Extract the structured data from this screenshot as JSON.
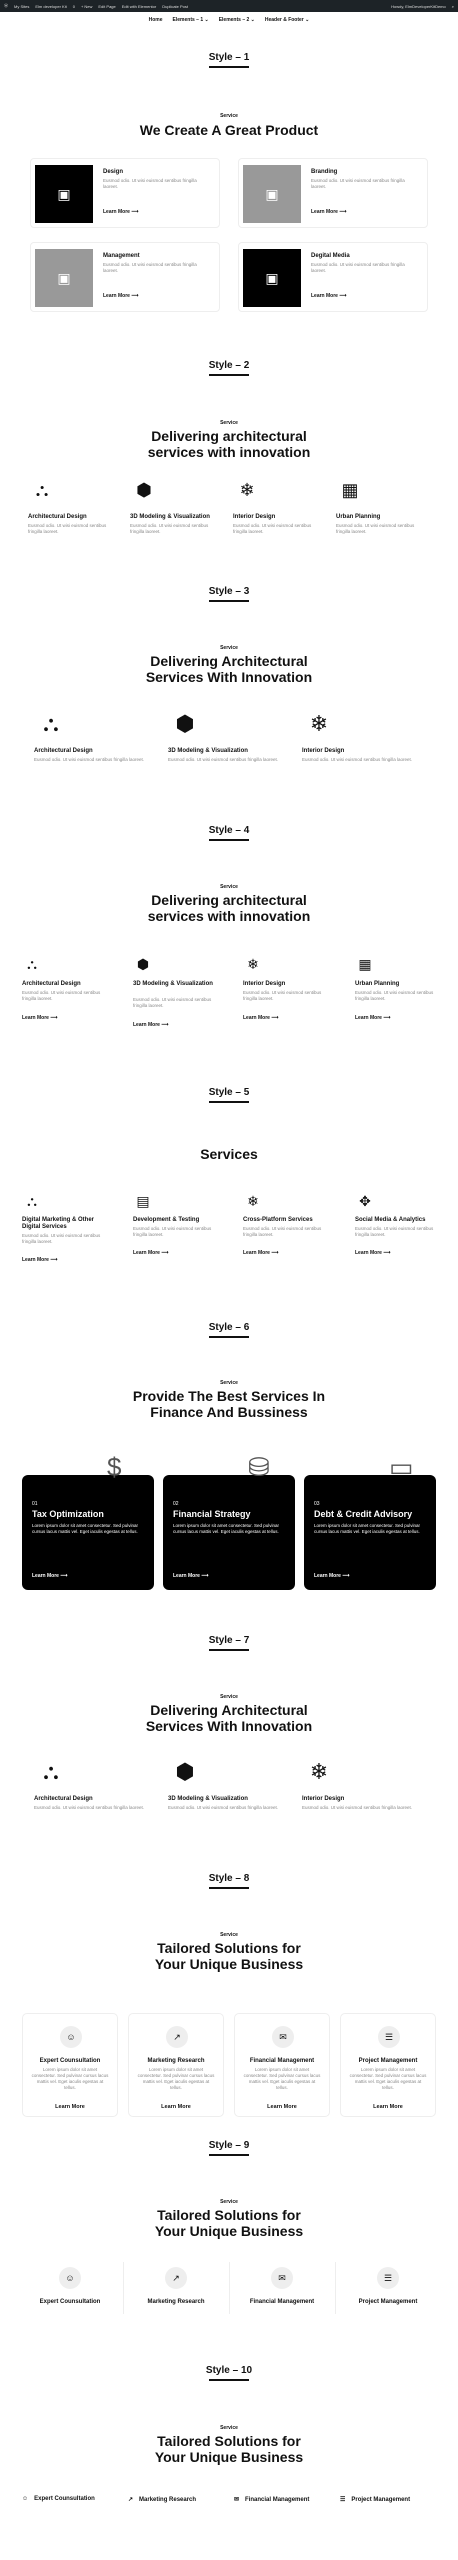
{
  "adminbar": {
    "site": "My Sites",
    "site2": "Elm developer Kit",
    "comments": "0",
    "new": "+ New",
    "edit": "Edit Page",
    "elementor": "Edit with Elementor",
    "duplicate": "Duplicate Post",
    "howdy": "Howdy, ElmDeveloperKitDemo"
  },
  "nav": [
    "Home",
    "Elements – 1 ⌄",
    "Elements – 2 ⌄",
    "Header & Footer ⌄"
  ],
  "common": {
    "service": "Service",
    "lorem": "Eusmod odio. Ut wisi euismod sentibus fringilla laoreet.",
    "learn": "Learn More ⟶"
  },
  "s1": {
    "title": "Style – 1",
    "head": "We Create A Great Product",
    "cards": [
      {
        "t": "Design",
        "icon": "image-icon"
      },
      {
        "t": "Branding",
        "icon": "image-icon"
      },
      {
        "t": "Management",
        "icon": "image-icon"
      },
      {
        "t": "Degital Media",
        "icon": "image-icon"
      }
    ]
  },
  "s2": {
    "title": "Style – 2",
    "head": "Delivering architectural services with innovation",
    "items": [
      "Architectural Design",
      "3D Modeling & Visualization",
      "Interior Design",
      "Urban Planning"
    ]
  },
  "s3": {
    "title": "Style – 3",
    "head": "Delivering Architectural Services With Innovation",
    "items": [
      "Architectural Design",
      "3D Modeling & Visualization",
      "Interior Design"
    ]
  },
  "s4": {
    "title": "Style – 4",
    "head": "Delivering architectural services with innovation",
    "items": [
      "Architectural Design",
      "3D Modeling & Visualization",
      "Interior Design",
      "Urban Planning"
    ]
  },
  "s5": {
    "title": "Style – 5",
    "head": "Services",
    "items": [
      "Digital Marketing & Other Digital Services",
      "Development & Testing",
      "Cross-Platform Services",
      "Social Media & Analytics"
    ]
  },
  "s6": {
    "title": "Style – 6",
    "head": "Provide The Best Services In Finance And Bussiness",
    "cards": [
      {
        "n": "01",
        "t": "Tax Optimization"
      },
      {
        "n": "02",
        "t": "Financial Strategy"
      },
      {
        "n": "03",
        "t": "Debt & Credit Advisory"
      }
    ],
    "desc": "Lorem ipsum dolor sit amet consectetur. Sed pulvinar cursus lacus mattis vel. Eget iaculis egestas at tellus."
  },
  "s7": {
    "title": "Style – 7",
    "head": "Delivering Architectural Services With Innovation",
    "items": [
      "Architectural Design",
      "3D Modeling & Visualization",
      "Interior Design"
    ]
  },
  "s8": {
    "title": "Style – 8",
    "head": "Tailored Solutions for Your Unique Business",
    "items": [
      "Expert Counsultation",
      "Marketing Research",
      "Financial Management",
      "Project Management"
    ],
    "desc": "Lorem ipsum dolor sit amet consectetur. Sed pulvinar cursus lacus mattis vel. Eget iaculis egestas at tellus.",
    "learn": "Learn More"
  },
  "s9": {
    "title": "Style – 9",
    "head": "Tailored Solutions for Your Unique Business",
    "items": [
      "Expert Counsultation",
      "Marketing Research",
      "Financial Management",
      "Project Management"
    ]
  },
  "s10": {
    "title": "Style – 10",
    "head": "Tailored Solutions for Your Unique Business",
    "items": [
      "Expert Counsultation",
      "Marketing Research",
      "Financial Management",
      "Project Management"
    ]
  }
}
